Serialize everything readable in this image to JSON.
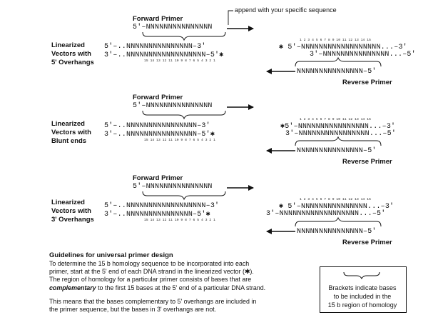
{
  "note_append": "append with your specific sequence",
  "forward_primer_title": "Forward Primer",
  "reverse_primer_title": "Reverse Primer",
  "forward_seq": "5'–NNNNNNNNNNNNNNN",
  "reverse_seq": "NNNNNNNNNNNNNNN–5'",
  "right_numbers": "1 2 3 4 5 6 7 8 9 10 11 12 13 14 15",
  "left_numbers": "15 14 13 12 11 10 9 8 7 6 5 4 3 2 1",
  "sections": [
    {
      "label_lines": [
        "Linearized",
        "Vectors with",
        "5' Overhangs"
      ],
      "left_top": "5'–..NNNNNNNNNNNNNNN–3'",
      "left_bottom": "3'–..NNNNNNNNNNNNNNNNNN–5'✱",
      "right_top": "✱ 5'–NNNNNNNNNNNNNNNNNN...–3'",
      "right_bottom": "3'–NNNNNNNNNNNNNNN...–5'"
    },
    {
      "label_lines": [
        "Linearized",
        "Vectors with",
        "Blunt ends"
      ],
      "left_top": "5'–..NNNNNNNNNNNNNNNN–3'",
      "left_bottom": "3'–..NNNNNNNNNNNNNNNN–5'✱",
      "right_top": "✱5'–NNNNNNNNNNNNNNNN...–3'",
      "right_bottom": "3'–NNNNNNNNNNNNNNNN...–5'"
    },
    {
      "label_lines": [
        "Linearized",
        "Vectors with",
        "3' Overhangs"
      ],
      "left_top": "5'–..NNNNNNNNNNNNNNNNNN–3'",
      "left_bottom": "3'–..NNNNNNNNNNNNNNN–5'✱",
      "right_top": "✱ 5'–NNNNNNNNNNNNNNN...–3'",
      "right_bottom": "3'–NNNNNNNNNNNNNNNNNN...–5'"
    }
  ],
  "guidelines": {
    "title": "Guidelines for universal primer design",
    "para1_line1": "To determine the 15 b homology sequence to be incorporated into each",
    "para1_line2": "primer, start at the 5' end of each DNA strand in the linearized vector (✱).",
    "para1_line3": "The region of homology for a particular primer consists of bases that are",
    "para1_line4_em": "complementary",
    "para1_line4_rest": " to the first 15 bases at the 5' end of a particular DNA strand.",
    "para2_line1": "This means that the bases complementary to 5' overhangs are included in",
    "para2_line2": "the primer sequence, but the bases in 3' overhangs are not."
  },
  "legend_box": {
    "line1": "Brackets indicate bases",
    "line2": "to be included in the",
    "line3": "15 b region of homology"
  }
}
